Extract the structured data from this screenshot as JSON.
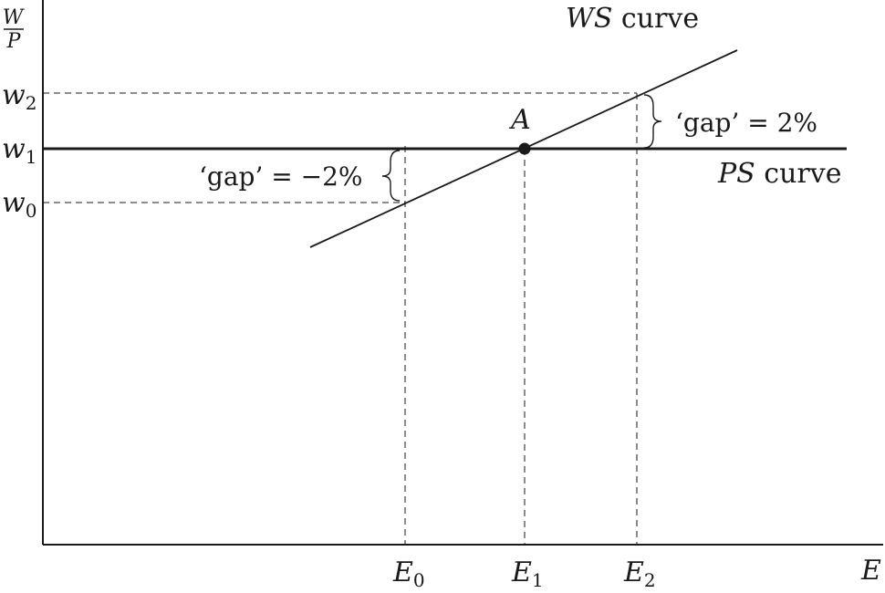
{
  "axes": {
    "y_label_numerator": "W",
    "y_label_denominator": "P",
    "x_label": "E"
  },
  "y_ticks": [
    {
      "base": "w",
      "sub": "2"
    },
    {
      "base": "w",
      "sub": "1"
    },
    {
      "base": "w",
      "sub": "0"
    }
  ],
  "x_ticks": [
    {
      "base": "E",
      "sub": "0"
    },
    {
      "base": "E",
      "sub": "1"
    },
    {
      "base": "E",
      "sub": "2"
    }
  ],
  "curves": {
    "ws_italic": "WS",
    "ws_rest": " curve",
    "ps_italic": "PS",
    "ps_rest": " curve"
  },
  "point_label": "A",
  "gaps": {
    "upper": "‘gap’ = 2%",
    "lower": "‘gap’ = −2%"
  },
  "colors": {
    "ink": "#1a1a1a",
    "background": "#ffffff"
  }
}
